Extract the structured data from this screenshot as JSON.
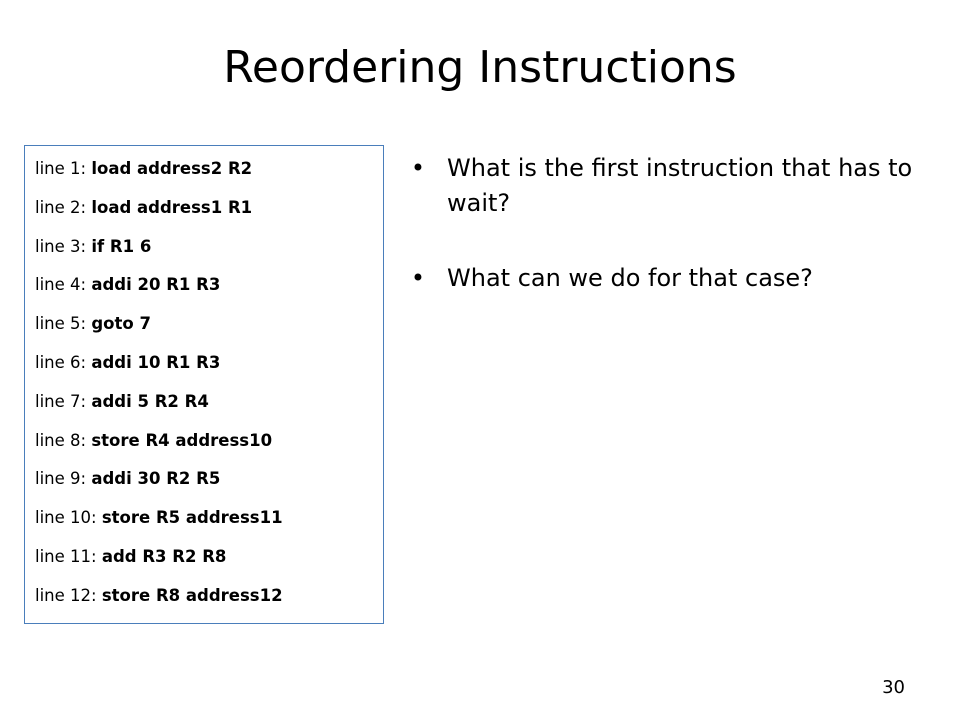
{
  "slide": {
    "title": "Reordering Instructions",
    "number": "30"
  },
  "code_lines": [
    {
      "prefix": "line 1: ",
      "instruction": "load address2 R2"
    },
    {
      "prefix": "line 2: ",
      "instruction": "load address1 R1"
    },
    {
      "prefix": "line 3: ",
      "instruction": "if R1 6"
    },
    {
      "prefix": "line 4: ",
      "instruction": "addi 20 R1 R3"
    },
    {
      "prefix": "line 5: ",
      "instruction": "goto 7"
    },
    {
      "prefix": "line 6: ",
      "instruction": "addi 10 R1 R3"
    },
    {
      "prefix": "line 7: ",
      "instruction": "addi 5 R2 R4"
    },
    {
      "prefix": "line 8: ",
      "instruction": "store R4 address10"
    },
    {
      "prefix": "line 9: ",
      "instruction": "addi 30 R2 R5"
    },
    {
      "prefix": "line 10: ",
      "instruction": "store R5 address11"
    },
    {
      "prefix": "line 11: ",
      "instruction": "add R3 R2 R8"
    },
    {
      "prefix": "line 12: ",
      "instruction": "store R8 address12"
    }
  ],
  "bullets": [
    {
      "marker": "•",
      "text": "What is the first instruction that has to wait?"
    },
    {
      "marker": "•",
      "text": "What can we do for that case?"
    }
  ],
  "colors": {
    "box_border": "#4a7ebb",
    "text": "#000000",
    "background": "#ffffff"
  }
}
